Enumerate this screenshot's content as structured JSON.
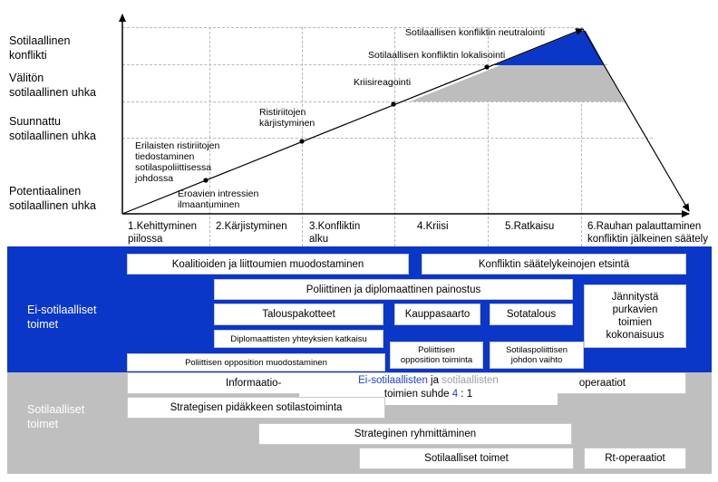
{
  "y_levels": [
    "Sotilaallinen\nkonflikti",
    "Välitön\nsotilaallinen uhka",
    "Suunnattu\nsotilaallinen uhka",
    "Potentiaalinen\nsotilaallinen uhka"
  ],
  "stages": [
    "1.Kehittyminen\npiilossa",
    "2.Kärjistyminen",
    "3.Konfliktin\nalku",
    "4.Kriisi",
    "5.Ratkaisu",
    "6.Rauhan palauttaminen\nkonfliktin jälkeinen säätely"
  ],
  "annotations": {
    "eroavien": "Eroavien intressien\nilmaantuminen",
    "erilaisten": "Erilaisten ristiriitojen\ntiedostaminen\nsotilaspoliittisessa\njohdossa",
    "ristiriitojen": "Ristiriitojen\nkärjistyminen",
    "kriisireagointi": "Kriisireagointi",
    "lokalisointi": "Sotilaallisen konfliktin lokalisointi",
    "neutralointi": "Sotilaallisen konfliktin neutralointi"
  },
  "band_labels": {
    "non_military": "Ei-sotilaalliset\ntoimet",
    "military": "Sotilaalliset\ntoimet"
  },
  "boxes": {
    "koalitioiden": "Koalitioiden ja liittoumien muodostaminen",
    "konfliktin_saately": "Konfliktin säätelykeinojen etsintä",
    "poliittinen_painostus": "Poliittinen ja diplomaattinen painostus",
    "jannitysta": "Jännitystä\npurkavien\ntoimien\nkokonaisuus",
    "talouspakotteet": "Talouspakotteet",
    "kauppasaarto": "Kauppasaarto",
    "sotatalous": "Sotatalous",
    "diplomaattisten": "Diplomaattisten yhteyksien katkaisu",
    "poliittisen_opposition_toiminta": "Poliittisen\nopposition toiminta",
    "sotilaspoliittisen_vaihto": "Sotilaspoliittisen\njohdon vaihto",
    "poliittisen_opposition_muodostaminen": "Poliittisen opposition muodostaminen",
    "informaatio": "Informaatio-",
    "operaatiot": "operaatiot",
    "strategisen_pidakkeen": "Strategisen pidäkkeen sotilastoiminta",
    "strateginen_ryhmittaminen": "Strateginen ryhmittäminen",
    "sotilaalliset_toimet_box": "Sotilaalliset toimet",
    "rt_operaatiot": "Rt-operaatiot"
  },
  "ratio": {
    "part1": "Ei-sotilaallisten",
    "part2": " ja ",
    "part3": "sotilaallisten",
    "part4": "toimien suhde ",
    "part5": "4",
    "part6": " : ",
    "part7": "1"
  },
  "colors": {
    "non_military_band": "#0a37c8",
    "military_band": "#bfbfbf",
    "ratio_blue": "#1f3fd6",
    "ratio_gray": "#9aa0a8"
  }
}
